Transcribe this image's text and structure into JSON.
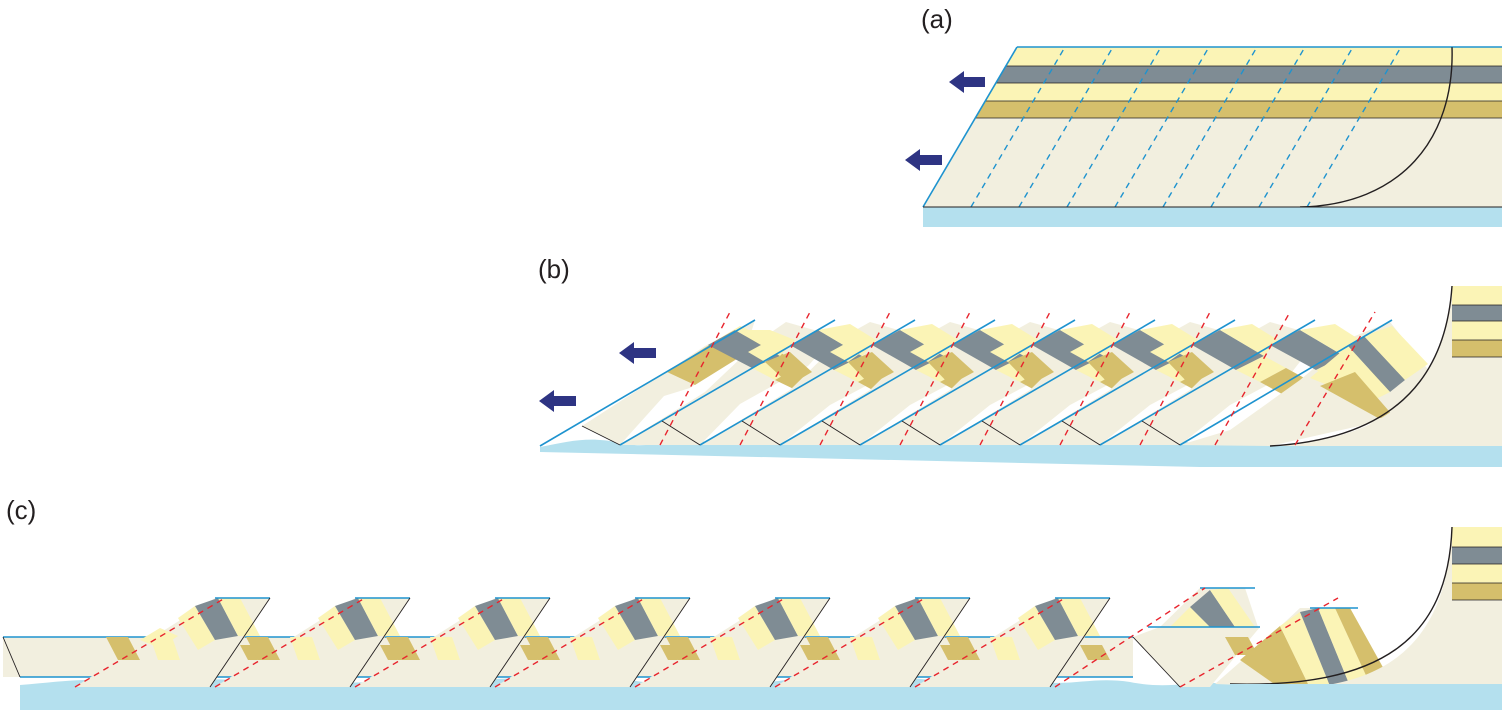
{
  "panels": [
    {
      "id": "a",
      "label": "(a)"
    },
    {
      "id": "b",
      "label": "(b)"
    },
    {
      "id": "c",
      "label": "(c)"
    }
  ],
  "colors": {
    "matrix": "#f2efdf",
    "light_layer": "#fbf4b6",
    "grey_layer": "#7f8c94",
    "gold_layer": "#d5bf6c",
    "detachment": "#b4e0ee",
    "fault_blue": "#1e93cf",
    "fault_red": "#e8242d",
    "arrow": "#2e3483",
    "outline": "#231f20"
  },
  "icons": {
    "transport_arrow": "left-arrow-icon"
  }
}
